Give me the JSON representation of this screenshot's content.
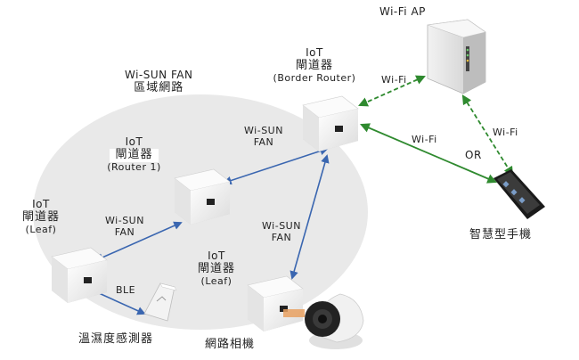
{
  "colors": {
    "area_fill": "#e9e9e9",
    "fan_link": "#3a66b0",
    "wifi_link": "#2f8a2f",
    "device_body": "#f7f7f7",
    "device_shade": "#d6d6d6",
    "port": "#222222"
  },
  "fan_area": {
    "line1": "Wi-SUN FAN",
    "line2": "區域網路"
  },
  "wifi_ap": {
    "label": "Wi-Fi AP"
  },
  "border_router": {
    "line1": "IoT",
    "line2": "閘道器",
    "line3": "(Border Router)"
  },
  "router1": {
    "line1": "IoT",
    "line2": "閘道器",
    "line3": "(Router 1)"
  },
  "leaf_left": {
    "line1": "IoT",
    "line2": "閘道器",
    "line3": "(Leaf)"
  },
  "leaf_mid": {
    "line1": "IoT",
    "line2": "閘道器",
    "line3": "(Leaf)"
  },
  "smartphone": {
    "label": "智慧型手機"
  },
  "sensor": {
    "label": "溫濕度感測器"
  },
  "camera": {
    "label": "網路相機"
  },
  "links": {
    "ap_to_border": "Wi-Fi",
    "border_to_phone": "Wi-Fi",
    "ap_to_phone": "Wi-Fi",
    "or_label": "OR",
    "border_to_router1_l1": "Wi-SUN",
    "border_to_router1_l2": "FAN",
    "router1_to_leafleft_l1": "Wi-SUN",
    "router1_to_leafleft_l2": "FAN",
    "border_to_leafmid_l1": "Wi-SUN",
    "border_to_leafmid_l2": "FAN",
    "ble": "BLE"
  }
}
